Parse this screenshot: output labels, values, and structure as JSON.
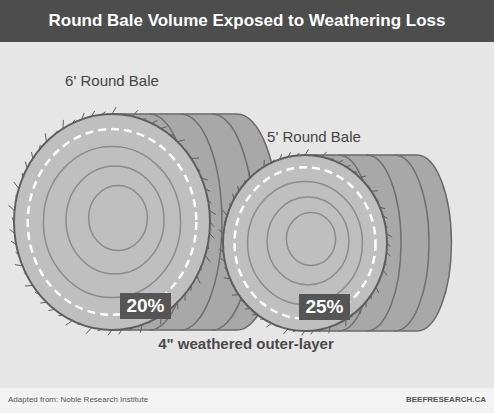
{
  "diagram": {
    "title": "Round Bale Volume Exposed to Weathering Loss",
    "nodes": [
      {
        "text": [
          "20%"
        ]
      },
      {
        "text": [
          "25%"
        ]
      }
    ],
    "labels": [
      "6' Round Bale",
      "5' Round Bale",
      "4\" weathered outer-layer",
      "Adapted from: Noble Research Institute",
      "BEEFRESEARCH.CA"
    ]
  }
}
